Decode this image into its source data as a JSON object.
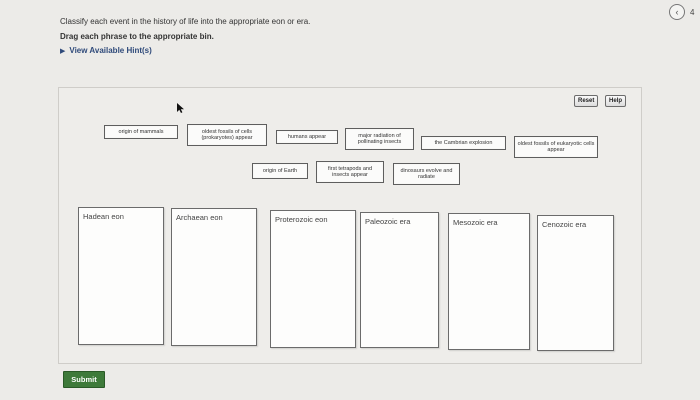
{
  "instructions": {
    "line1": "Classify each event in the history of life into the appropriate eon or era.",
    "line2": "Drag each phrase to the appropriate bin.",
    "hint_link": "View Available Hint(s)"
  },
  "nav": {
    "back_glyph": "‹",
    "page_number": "4"
  },
  "toolbar": {
    "reset_label": "Reset",
    "help_label": "Help"
  },
  "items": {
    "mammals": "origin of mammals",
    "prokaryotes": "oldest fossils of cells (prokaryotes) appear",
    "humans": "humans appear",
    "insects": "major radiation of pollinating insects",
    "cambrian": "the Cambrian explosion",
    "eukaryotes": "oldest fossils of eukaryotic cells appear",
    "earth": "origin of Earth",
    "tetrapods": "first tetrapods and insects appear",
    "dinosaurs": "dinosaurs evolve and radiate"
  },
  "bins": {
    "hadean": "Hadean eon",
    "archaean": "Archaean eon",
    "proterozoic": "Proterozoic eon",
    "paleozoic": "Paleozoic era",
    "mesozoic": "Mesozoic era",
    "cenozoic": "Cenozoic era"
  },
  "submit_label": "Submit",
  "icons": {
    "cursor": "arrow-cursor-icon",
    "hint": "caret-right-icon",
    "back": "back-arrow-icon"
  }
}
